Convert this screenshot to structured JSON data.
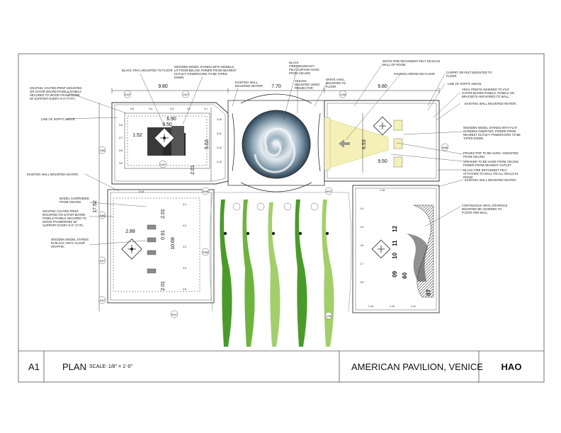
{
  "title_block": {
    "sheet_number": "A1",
    "sheet_title": "PLAN",
    "scale": "SCALE: 1/8\" = 1'-0\"",
    "project": "AMERICAN PAVILION, VENICE",
    "firm": "HAO"
  },
  "dimensions": {
    "left_width": "9.80",
    "center_width": "7.70",
    "right_width": "9.80",
    "left_room_height": "17.52",
    "right_room_height": "6.53",
    "right_room_width": "9.50",
    "top_table_width": "6.90",
    "top_room_width": "9.50",
    "top_panel_width": "1.52",
    "small_height": "5.53",
    "mid_height": "2.01",
    "bottom_width": "2.88",
    "vertical_a": "0.91",
    "vertical_b": "10.68",
    "lower_height": "2.01"
  },
  "notes": {
    "n1": "BLACK VINYL MOUNTED TO FLOOR",
    "n2": "WOODEN MODEL STANDS WITH MODELS. LIT FROM BELOW, POWER FROM NEAREST OUTLET, POWERCORD TO BE TAPED DOWN.",
    "n3": "BLACK FIREREDARDANT FELT CURTAIN HUNG FROM CEILING",
    "n4": "CEILING MOUNTED VIDEO PROJECTOR",
    "n5": "WHITE VINYL MOUNTED TO FLOOR",
    "n6": "EXISTING WALL MOUNTED HEATER",
    "n7": "WHITE FIRE RETARDENT FELT ON BACK WALL OF ROOM.",
    "n8": "PAINTED ARROW ON FLOOR",
    "n9": "CARPET OR FELT MOUNTED TO FLOOR.",
    "n10": "LINE OF SOFFIT ABOVE",
    "n11": "VINYL PRINTS ADHERED TO 4'X4' GATOR BOARD PANELS. PANELS ON BRACKETS ANCHORED TO WALL.",
    "n12": "EXISTING WALL MOUNTED HEATER.",
    "n13": "GRAPHIC COATED PRINT MOUNTED ON GATOR BOARD PANELS PANELS SECURED TO WOOD FRAMEWORK W/ SUPPORT EVERY 8'-0\" (TYP.)",
    "n14": "LINE OF SOFFIT ABOVE",
    "n15": "WOODEN MODEL STANDS WITH FLAT SCREENS INSERTED. POWER FROM NEAREST OUTLET. POWERCORD TO BE TAPED DOWN.",
    "n16": "PROJECTOR TO BE HUNG / MOUNTED FROM CEILING",
    "n17": "SPEAKER TO BE HUNG FROM CEILING POWER FROM NEAREST OUTLET",
    "n18": "BLACK FIRE RETARDENT FELT ATTACHED TO WALL ON ALL WALLS IN ROOM",
    "n19": "EXISTING WALL MOUNTED HEATER.",
    "n20": "EXISTING WALL MOUNTED HEATER.",
    "n21": "MODEL SUSPENDED FROM CEILING",
    "n22": "GRAPHIC COATED PRINT MOUNTED ON GATOR BOARD PANELS PANELS SECURED TO WOOD FRAMEWORK W/ SUPPORT EVERY 8'-0\" (TYP.)",
    "n23": "WOODEN MODEL STANDS IN BLACK VINYL FLOOR GRAPHIC",
    "n24": "CONTINUOUS VINYL GRAPHICS MOUNTED BE ADHERED TO FLOOR AND WALL"
  },
  "grid_labels": {
    "g1": "2/A7",
    "g2": "1/A7",
    "g3": "1/A6",
    "g4": "2/A6",
    "g5": "3/A6",
    "g6": "3/A7",
    "g7": "2/A7",
    "g8": "2/A6",
    "g9": "3/A6",
    "g10": "1/A7",
    "g11": "4/A7",
    "g12": "3/A7",
    "g13": "1/A6",
    "g14": "4/A6"
  },
  "panel_labels": {
    "p1": "3-5",
    "p2": "3-4",
    "p3": "3-3",
    "p4": "3-2",
    "p5": "3-1",
    "p6": "3-6",
    "p7": "3-7",
    "p8": "3-8",
    "p9": "3-9",
    "p10": "3-10",
    "p11": "3-11",
    "p12": "3-12",
    "p13": "3-13",
    "p14": "3-14",
    "p15": "4-1",
    "p16": "4-2",
    "p17": "4-3",
    "p18": "4-4",
    "p19": "4-5",
    "p20": "1-4",
    "p21": "1-5",
    "p22": "1-6",
    "p23": "1-7",
    "p24": "1-8",
    "p25": "1-1a",
    "p26": "1-1b",
    "p27": "1-1c",
    "p28": "1-1a"
  },
  "colors": {
    "line": "#333333",
    "yellow": "#f5f0b8",
    "green_dark": "#4a9a2a",
    "green_mid": "#6fb33f",
    "green_light": "#a3cf6a",
    "green_pale": "#c7e29a",
    "hurricane_cloud": "#e6ecef",
    "hurricane_sea": "#1f3447"
  }
}
